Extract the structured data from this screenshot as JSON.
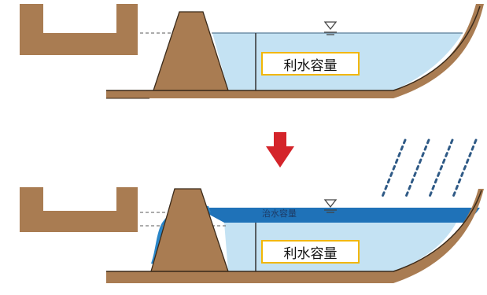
{
  "top_panel": {
    "capacity_label": "利水容量"
  },
  "bottom_panel": {
    "capacity_label": "利水容量",
    "flood_band_label": "治水容量"
  },
  "colors": {
    "earth": "#a97c52",
    "earth_dark": "#8a5f38",
    "water_light": "#bfe0f2",
    "water_dark": "#1f72b8",
    "arrow": "#d4242a",
    "label_border": "#f2b705"
  }
}
